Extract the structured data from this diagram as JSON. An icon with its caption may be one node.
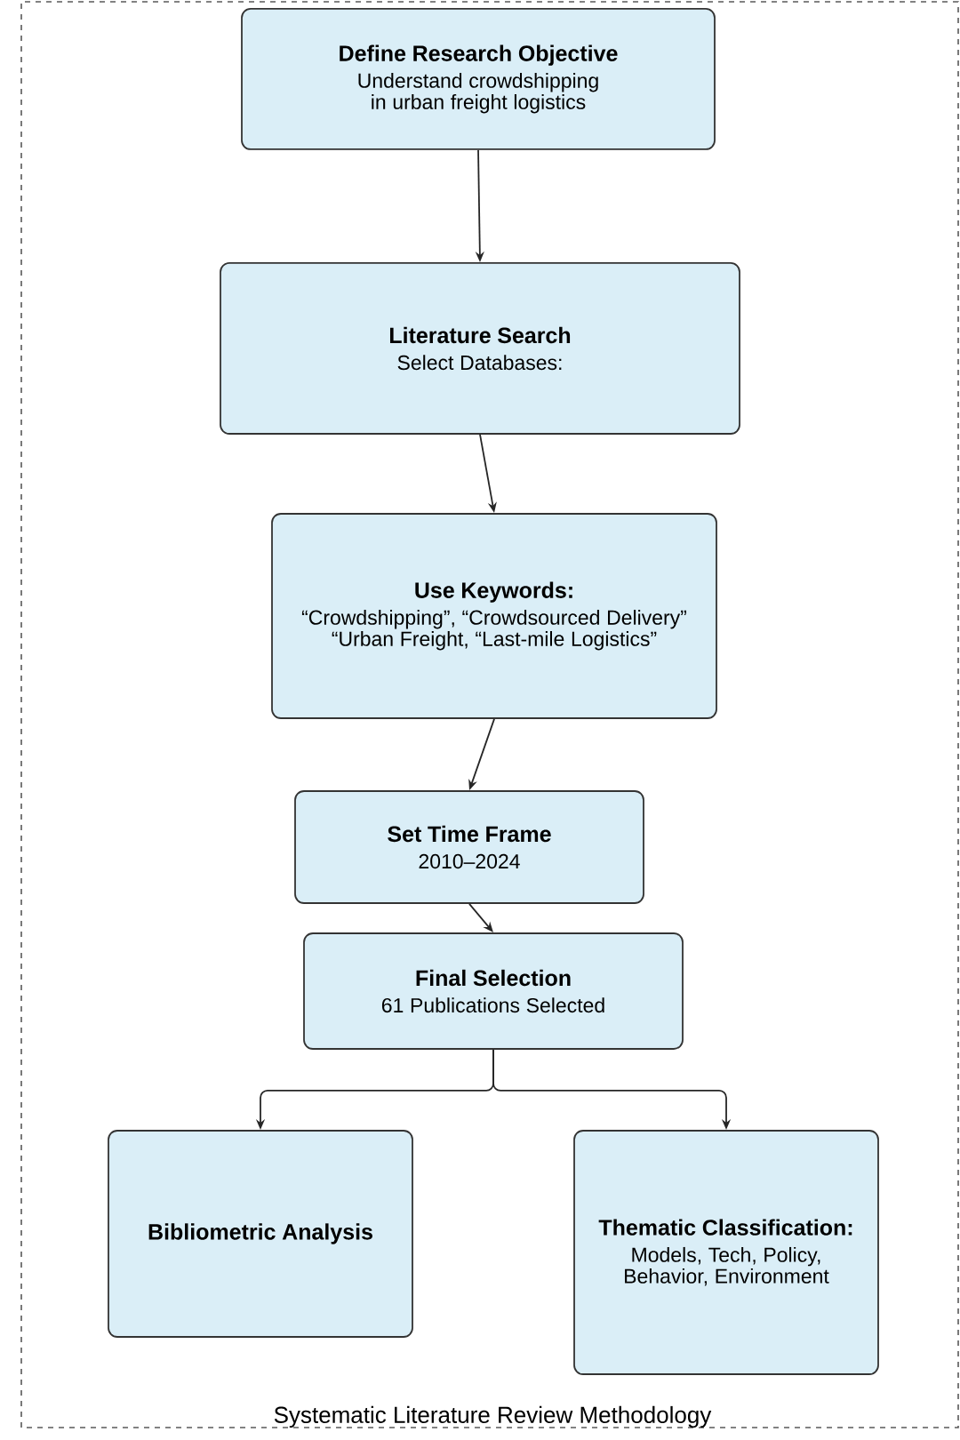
{
  "diagram": {
    "caption": "Systematic Literature Review Methodology",
    "nodes": [
      {
        "text": [
          "Define Research Objective",
          "Understand crowdshipping in urban freight logistics"
        ]
      },
      {
        "text": [
          "Literature Search",
          "Select Databases:"
        ]
      },
      {
        "text": [
          "Use Keywords:",
          "“Crowdshipping”, “Crowdsourced Delivery” “Urban Freight, “Last-mile Logistics”"
        ]
      },
      {
        "text": [
          "Set Time Frame",
          "2010–2024"
        ]
      },
      {
        "text": [
          "Final Selection",
          "61 Publications Selected"
        ]
      },
      {
        "text": [
          "Bibliometric Analysis"
        ]
      },
      {
        "text": [
          "Thematic Classification:",
          "Models, Tech, Policy, Behavior, Environment"
        ]
      }
    ],
    "edges": [
      {
        "from": 0,
        "to": 1,
        "arrow": "to"
      },
      {
        "from": 1,
        "to": 2,
        "arrow": "to"
      },
      {
        "from": 2,
        "to": 3,
        "arrow": "to"
      },
      {
        "from": 3,
        "to": 4,
        "arrow": "to"
      },
      {
        "from": 4,
        "to": 5,
        "arrow": "to"
      },
      {
        "from": 4,
        "to": 6,
        "arrow": "to"
      }
    ]
  }
}
